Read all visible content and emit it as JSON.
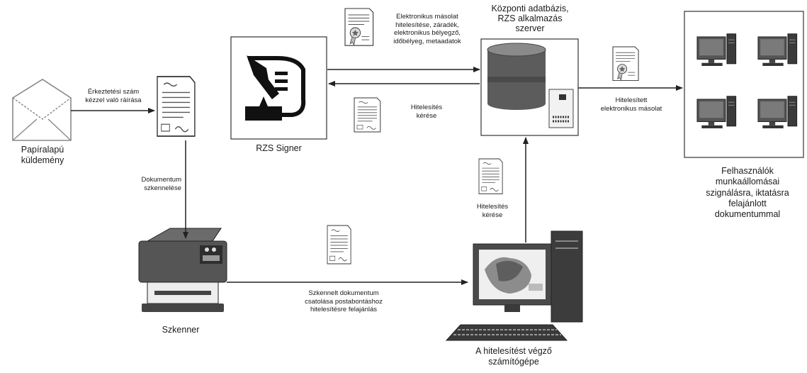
{
  "nodes": {
    "paper_mail": {
      "lines": [
        "Papíralapú",
        "küldemény"
      ]
    },
    "rzs_signer": {
      "label": "RZS Signer"
    },
    "central_db": {
      "lines": [
        "Központi adatbázis,",
        "RZS alkalmazás",
        "szerver"
      ]
    },
    "users": {
      "lines": [
        "Felhasználók",
        "munkaállomásai",
        "szignálásra, iktatásra",
        "felajánlott",
        "dokumentummal"
      ]
    },
    "scanner": {
      "label": "Szkenner"
    },
    "auth_pc": {
      "lines": [
        "A hitelesítést végző",
        "számítógépe"
      ]
    }
  },
  "edges": {
    "receipt_number": {
      "lines": [
        "Érkeztetési szám",
        "kézzel való ráírása"
      ]
    },
    "scan_document": {
      "lines": [
        "Dokumentum",
        "szkennelése"
      ]
    },
    "attach_scan": {
      "lines": [
        "Szkennelt dokumentum",
        "csatolása postabontáshoz",
        "hitelesítésre felajánlás"
      ]
    },
    "auth_request_pc": {
      "lines": [
        "Hitelesítés",
        "kérése"
      ]
    },
    "auth_request_signer": {
      "lines": [
        "Hitelesítés",
        "kérése"
      ]
    },
    "signer_output": {
      "lines": [
        "Elektronikus másolat",
        "hitelesítése, záradék,",
        "elektronikus bélyegző,",
        "időbélyeg, metaadatok"
      ]
    },
    "authenticated_copy": {
      "lines": [
        "Hitelesített",
        "elektronikus másolat"
      ]
    }
  }
}
